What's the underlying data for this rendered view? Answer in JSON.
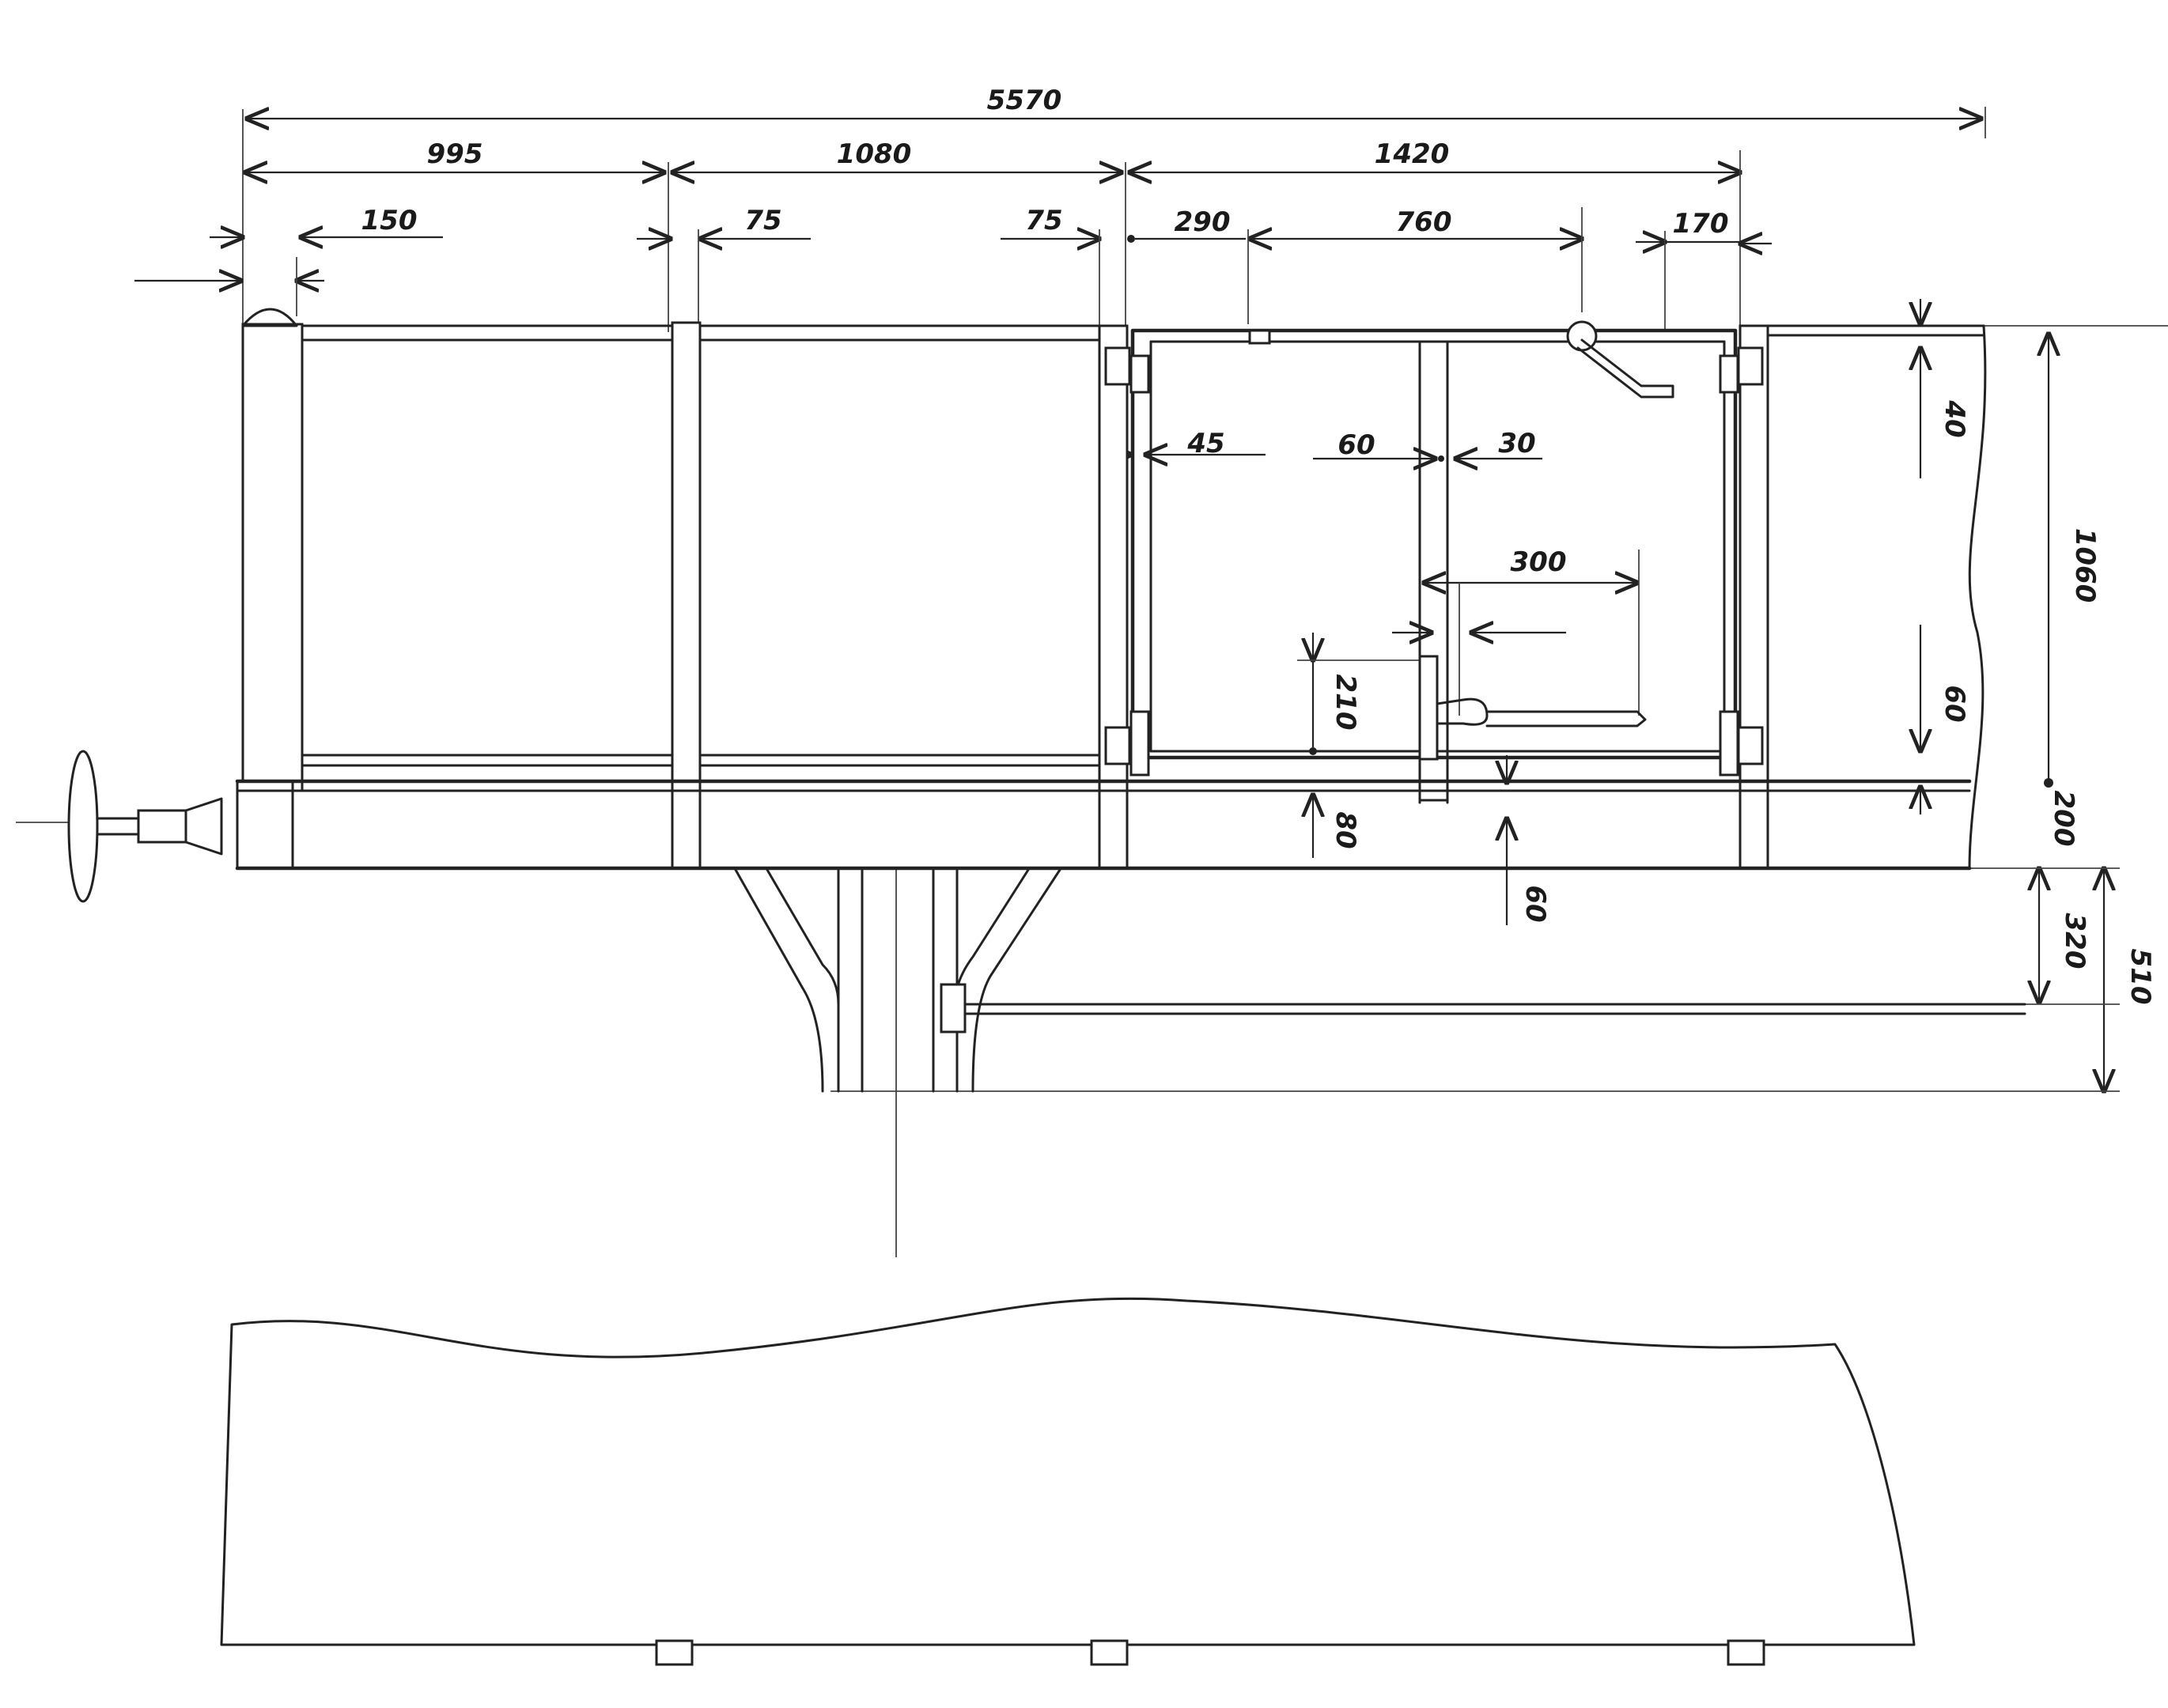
{
  "colors": {
    "ink": "#222222",
    "paper": "#ffffff"
  },
  "dimensions": {
    "overall": "5570",
    "seg_995": "995",
    "seg_1080": "1080",
    "seg_1420": "1420",
    "w_150": "150",
    "w_75_left": "75",
    "w_75_right": "75",
    "w_290": "290",
    "w_760": "760",
    "w_170": "170",
    "w_45": "45",
    "w_60_top": "60",
    "w_30": "30",
    "w_300": "300",
    "h_210": "210",
    "h_80": "80",
    "h_60_bottom": "60",
    "h_40": "40",
    "h_1060": "1060",
    "h_60_right": "60",
    "h_200": "200",
    "h_320": "320",
    "h_510": "510"
  }
}
